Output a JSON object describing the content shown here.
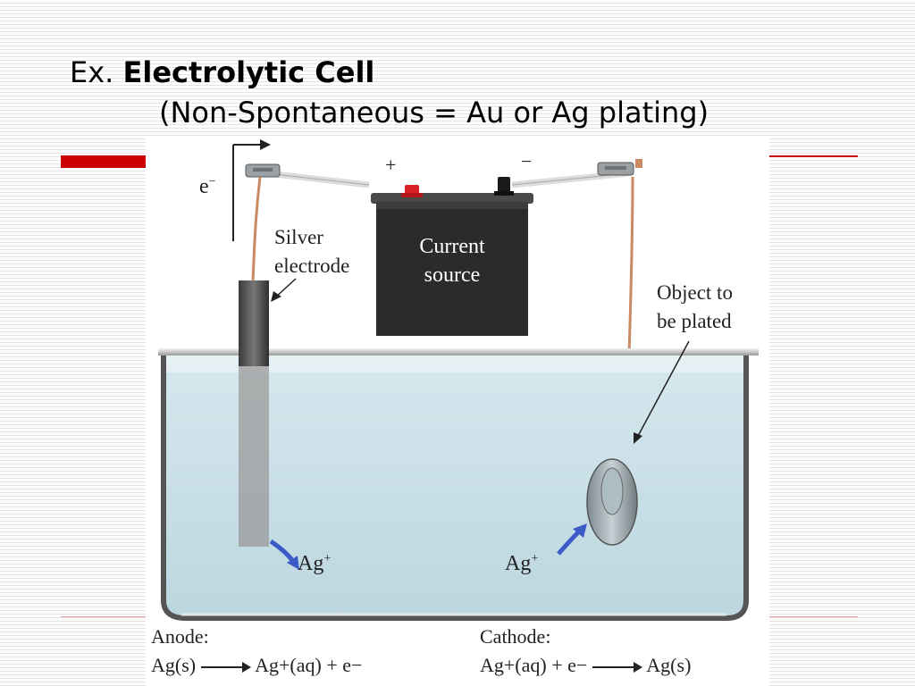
{
  "title": {
    "prefix": "Ex.",
    "bold": "Electrolytic Cell",
    "subtitle": "(Non-Spontaneous = Au or Ag plating)"
  },
  "diagram": {
    "electron_label": "e",
    "electron_sup": "−",
    "plus_label": "+",
    "minus_label": "−",
    "silver_electrode_line1": "Silver",
    "silver_electrode_line2": "electrode",
    "current_source_line1": "Current",
    "current_source_line2": "source",
    "object_line1": "Object to",
    "object_line2": "be plated",
    "ion_left_base": "Ag",
    "ion_left_sup": "+",
    "ion_right_base": "Ag",
    "ion_right_sup": "+"
  },
  "equations": {
    "anode_title": "Anode:",
    "anode_lhs": "Ag(s)",
    "anode_rhs": "Ag+(aq)  +  e−",
    "cathode_title": "Cathode:",
    "cathode_lhs": "Ag+(aq)  +  e−",
    "cathode_rhs": "Ag(s)"
  },
  "colors": {
    "accent_red": "#cc0000",
    "solution": "#cfe3ea",
    "battery": "#2b2b2b",
    "wire": "#c98a62",
    "ion_arrow": "#3a5bc8"
  }
}
